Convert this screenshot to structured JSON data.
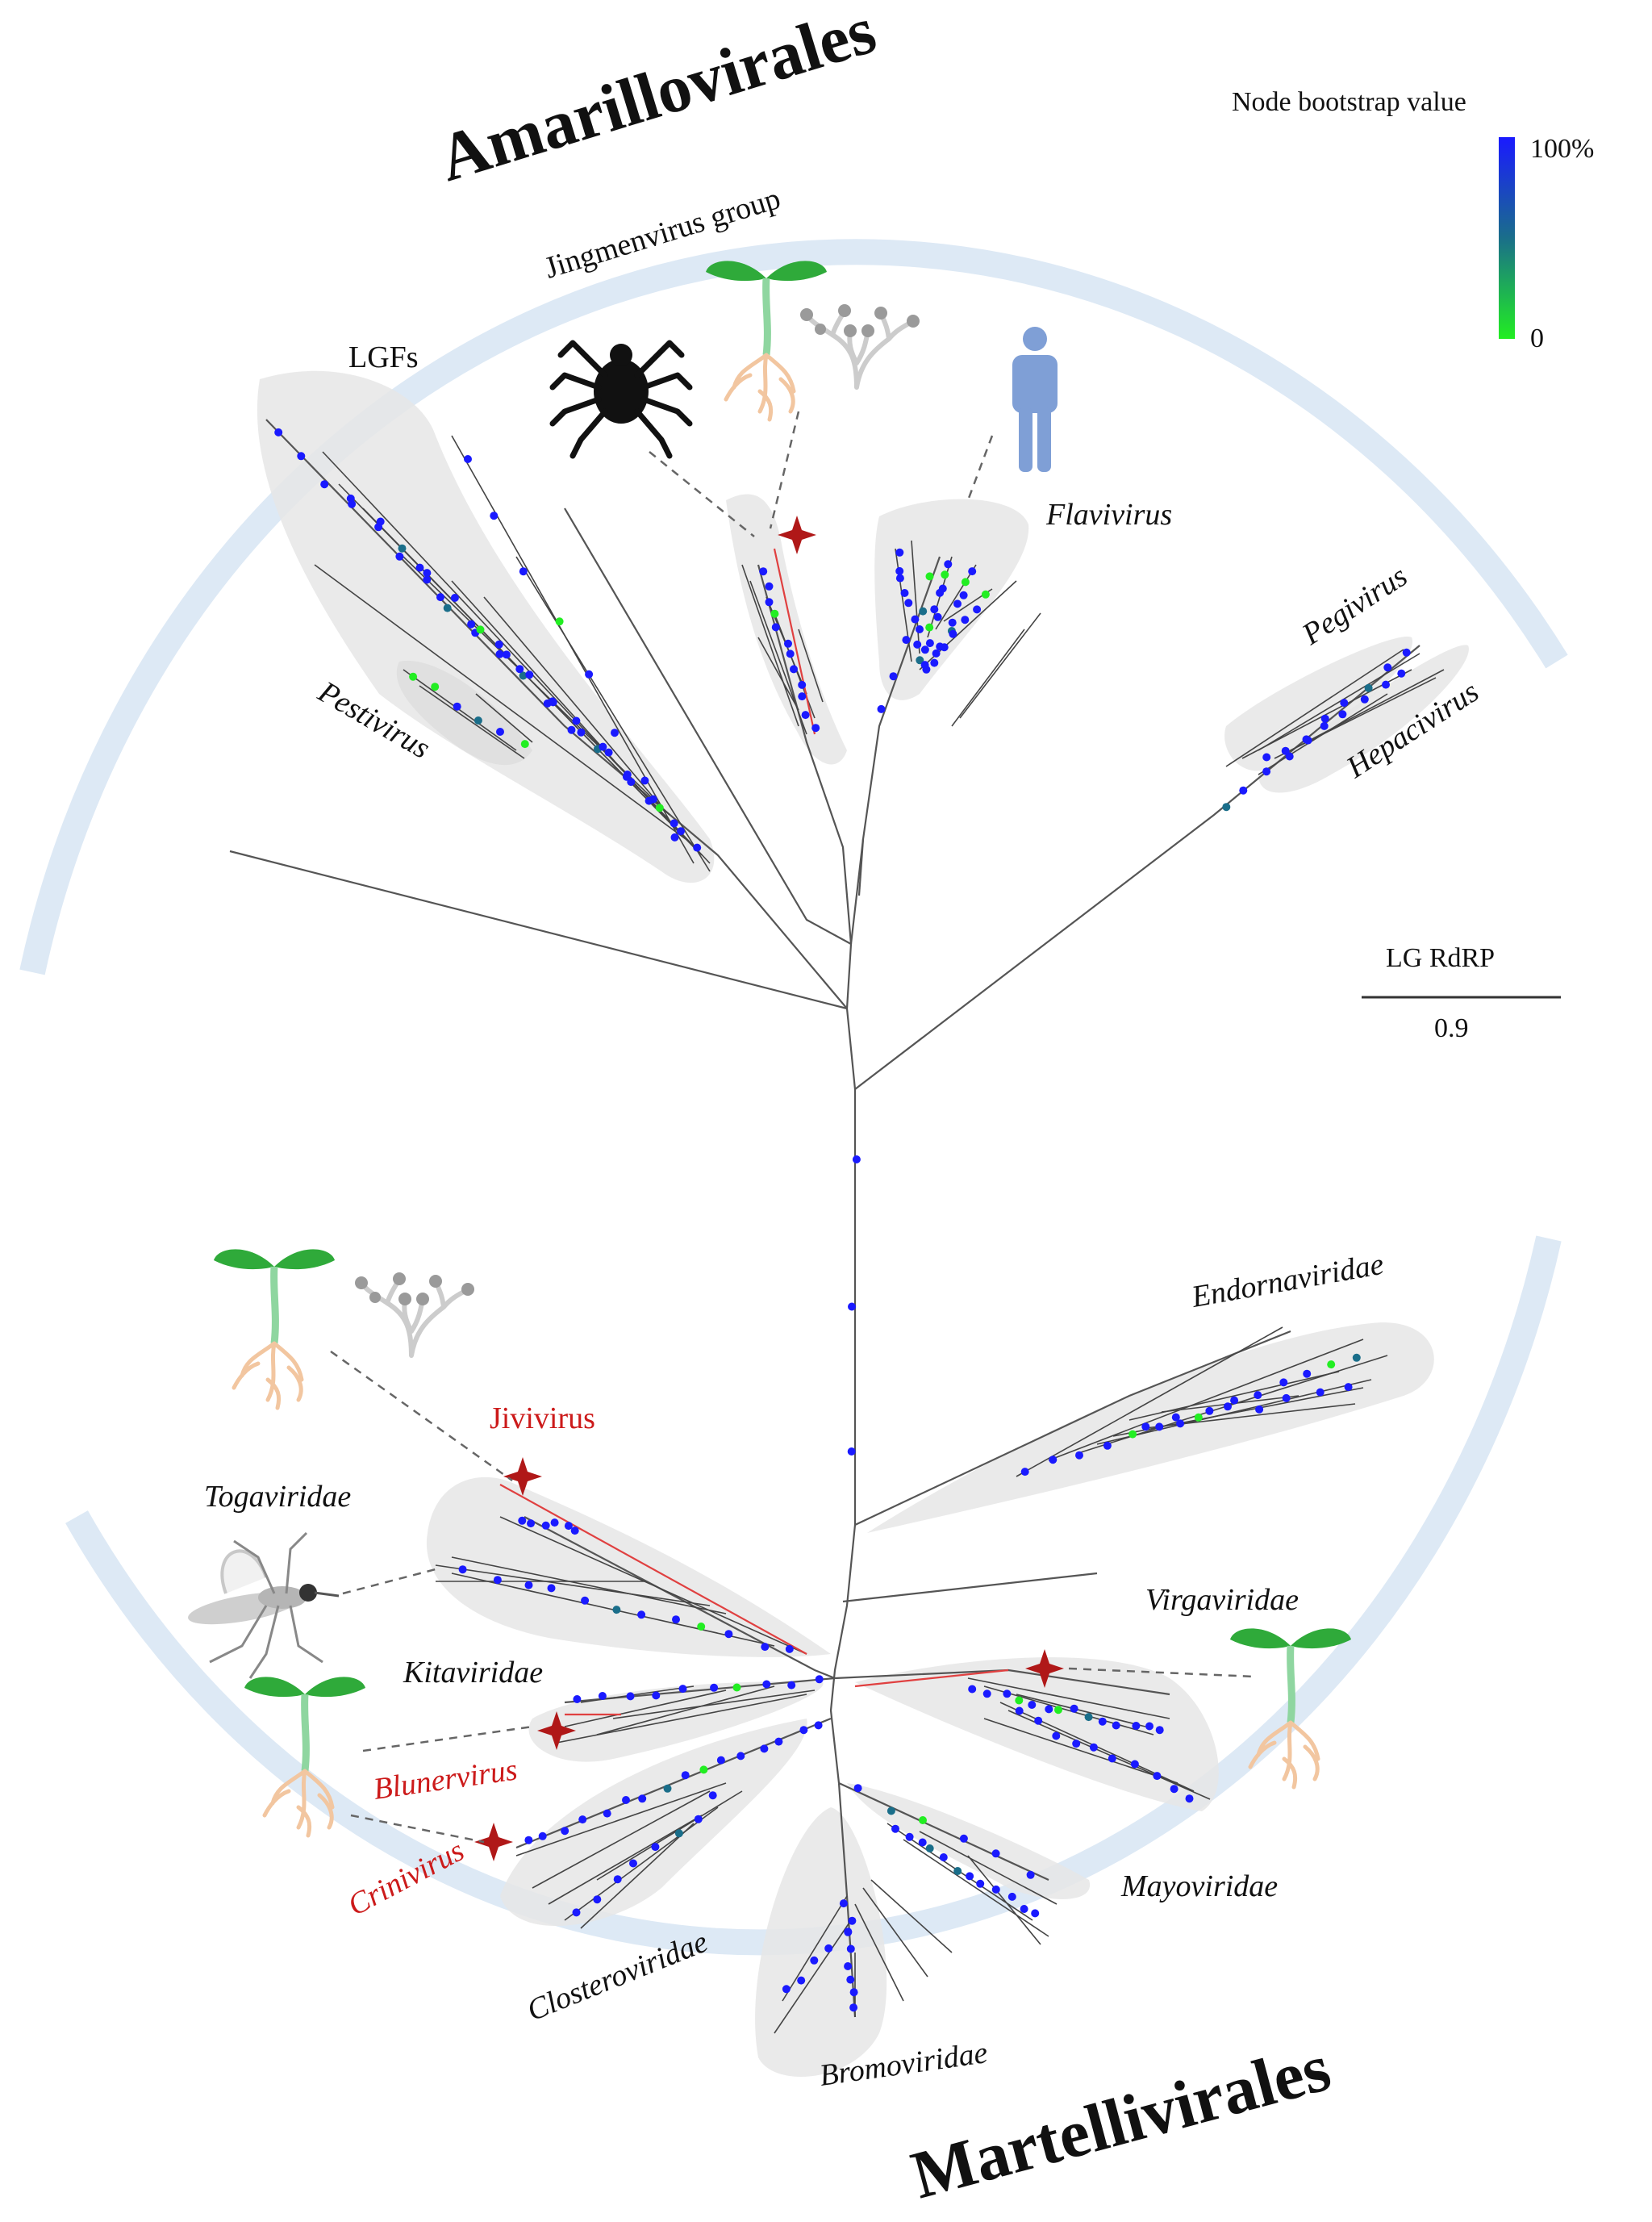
{
  "orders": {
    "top": "Amarillovirales",
    "bottom": "Martellivirales"
  },
  "legend": {
    "title": "Node bootstrap value",
    "max_label": "100%",
    "min_label": "0",
    "colors": {
      "high": "#1a1aff",
      "low": "#22ee22"
    }
  },
  "scale": {
    "model": "LG RdRP",
    "value": "0.9"
  },
  "clades": {
    "lgfs": "LGFs",
    "jingmen": "Jingmenvirus group",
    "flavivirus": "Flavivirus",
    "pestivirus": "Pestivirus",
    "pegivirus": "Pegivirus",
    "hepacivirus": "Hepacivirus",
    "endornaviridae": "Endornaviridae",
    "jivivirus": "Jivivirus",
    "togaviridae": "Togaviridae",
    "virgaviridae": "Virgaviridae",
    "kitaviridae": "Kitaviridae",
    "blunervirus": "Blunervirus",
    "crinivirus": "Crinivirus",
    "mayoviridae": "Mayoviridae",
    "closteroviridae": "Closteroviridae",
    "bromoviridae": "Bromoviridae"
  },
  "colors": {
    "arc": "#dde9f5",
    "clade_fill": "#e6e6e6",
    "branch": "#555555",
    "highlight_branch": "#e04040",
    "star": "#b01818",
    "leaf": "#2faa3a",
    "root": "#f2c6a0",
    "human": "#7f9fd6",
    "mosquito": "#b5b5b5"
  },
  "icons": [
    "tick-icon",
    "plant-icon",
    "fungus-icon",
    "human-icon",
    "mosquito-icon",
    "star-icon"
  ]
}
